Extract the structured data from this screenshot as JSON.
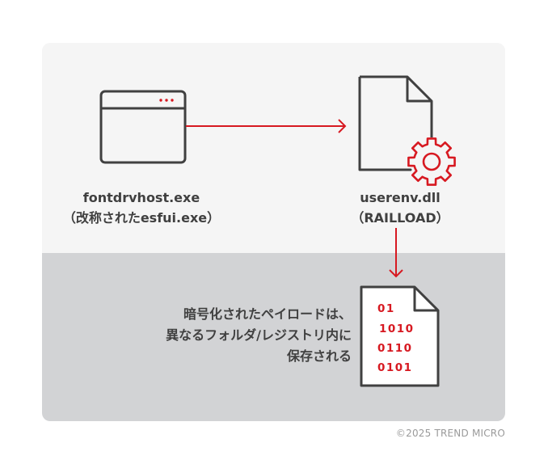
{
  "nodes": {
    "source": {
      "name": "fontdrvhost.exe",
      "note": "（改称されたesfui.exe）",
      "icon": "application-window-icon"
    },
    "target": {
      "name": "userenv.dll",
      "note": "（RAILLOAD）",
      "icon": "dll-file-gear-icon"
    },
    "output": {
      "lines": [
        "暗号化されたペイロードは、",
        "異なるフォルダ/レジストリ内に",
        "保存される"
      ],
      "icon": "binary-file-icon",
      "binary_rows": [
        "01",
        "1010",
        "0110",
        "0101"
      ]
    }
  },
  "edges": [
    {
      "from": "source",
      "to": "target"
    },
    {
      "from": "target",
      "to": "output"
    }
  ],
  "copyright": "©2025 TREND MICRO",
  "colors": {
    "accent": "#d71921",
    "icon_stroke": "#404040",
    "text": "#404040",
    "panel_top": "#f5f5f5",
    "panel_bottom": "#d2d3d5",
    "copyright": "#9a9a9a"
  }
}
